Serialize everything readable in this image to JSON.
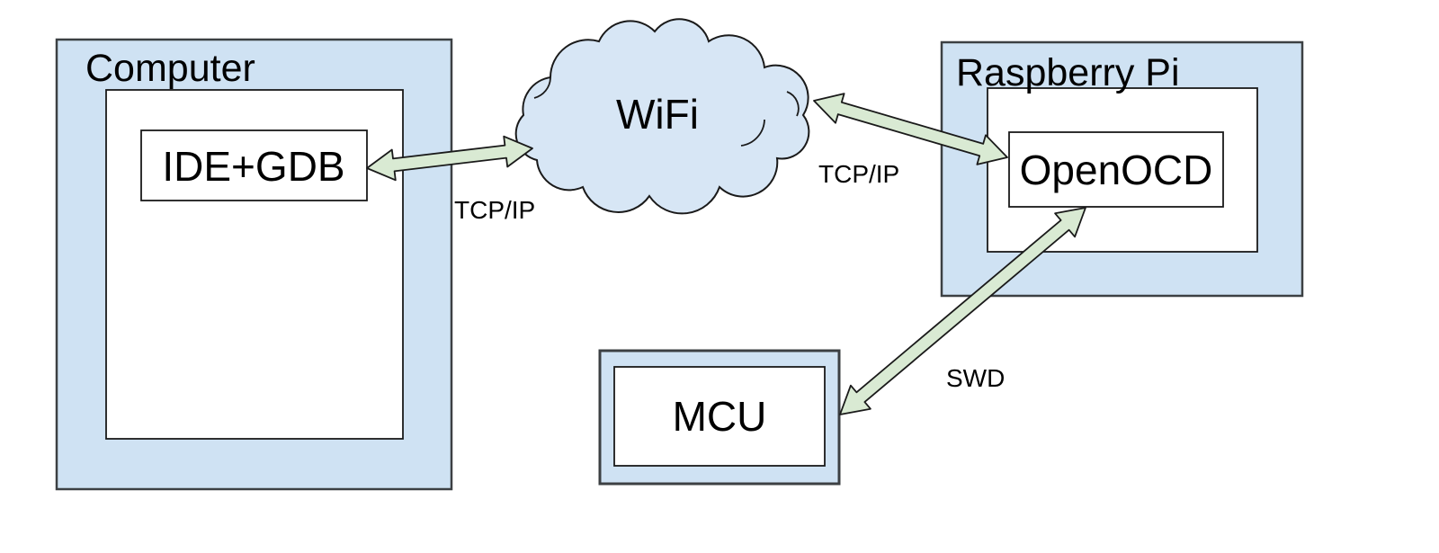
{
  "diagram": {
    "nodes": {
      "computer": {
        "title": "Computer"
      },
      "ide_gdb": {
        "label": "IDE+GDB"
      },
      "wifi": {
        "label": "WiFi"
      },
      "raspberry_pi": {
        "title": "Raspberry Pi"
      },
      "openocd": {
        "label": "OpenOCD"
      },
      "mcu": {
        "label": "MCU"
      }
    },
    "edges": {
      "ide_wifi": {
        "label": "TCP/IP"
      },
      "wifi_openocd": {
        "label": "TCP/IP"
      },
      "openocd_mcu": {
        "label": "SWD"
      }
    },
    "colors": {
      "container_fill": "#cfe2f3",
      "cloud_fill": "#d7e6f5",
      "inner_fill": "#ffffff",
      "arrow_fill": "#d9ead3",
      "outer_border": "#3c4043",
      "inner_border": "#1a1a1a",
      "text": "#000000",
      "canvas_bg": "#ffffff"
    }
  }
}
